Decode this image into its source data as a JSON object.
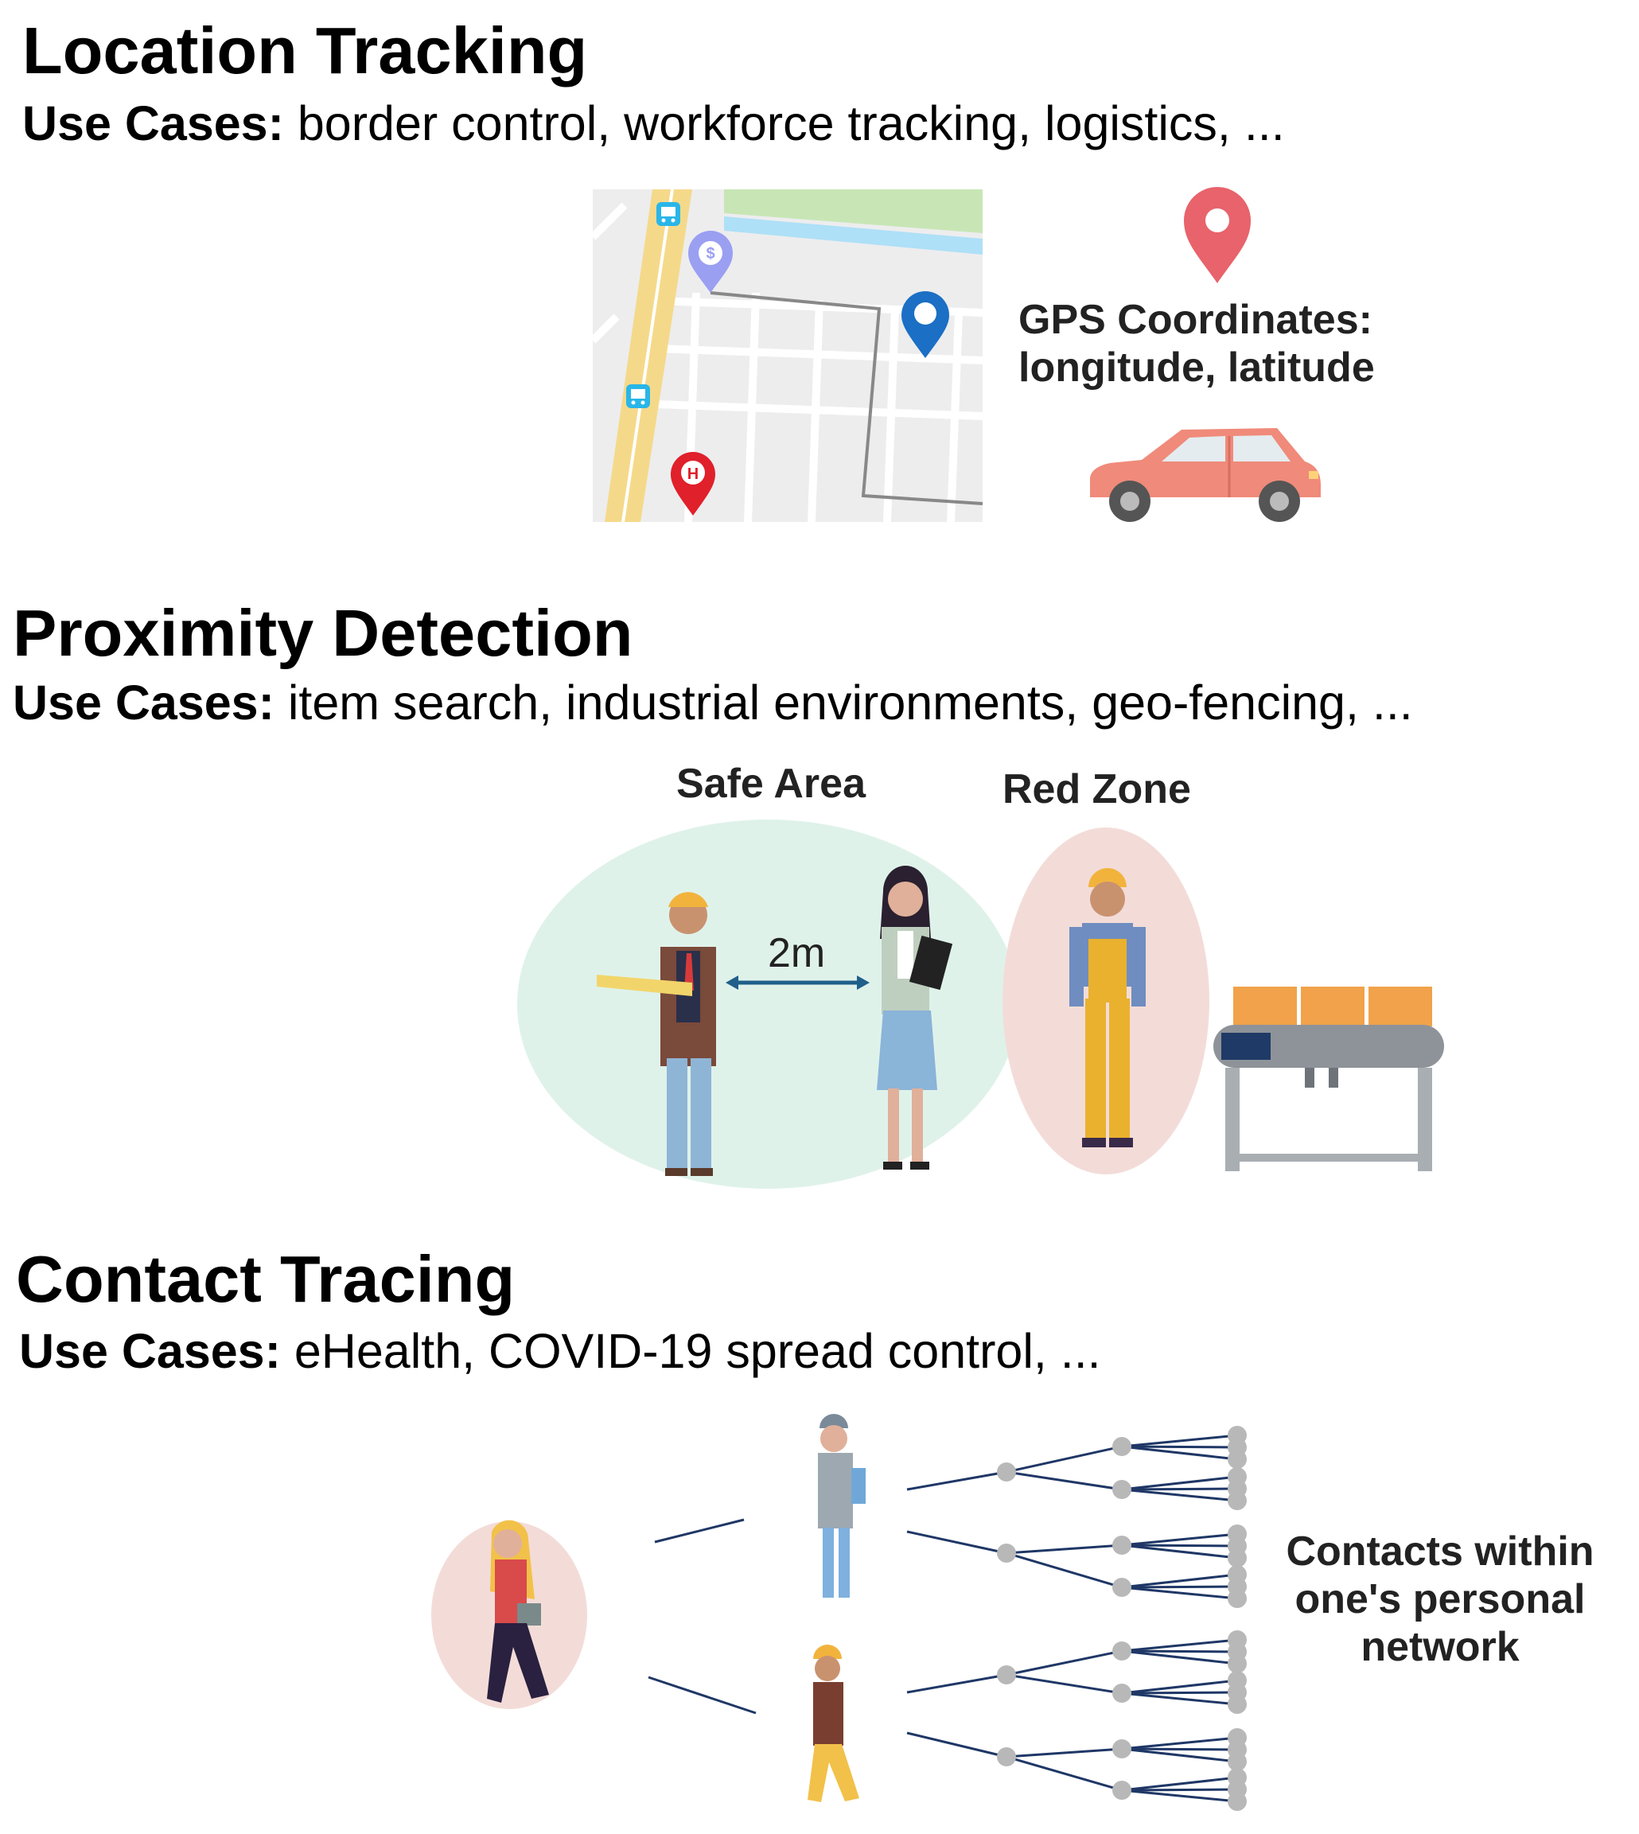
{
  "sections": [
    {
      "title": "Location Tracking",
      "use_cases_label": "Use Cases:",
      "use_cases_text": "border control, workforce tracking, logistics, ..."
    },
    {
      "title": "Proximity Detection",
      "use_cases_label": "Use Cases:",
      "use_cases_text": "item search, industrial environments, geo-fencing, ..."
    },
    {
      "title": "Contact Tracing",
      "use_cases_label": "Use Cases:",
      "use_cases_text": "eHealth, COVID-19 spread control, ..."
    }
  ],
  "location": {
    "gps_line1": "GPS Coordinates:",
    "gps_line2": "longitude, latitude",
    "map_icons": [
      "bus-stop-icon",
      "money-pin-icon",
      "location-pin-icon",
      "hospital-pin-icon"
    ],
    "colors": {
      "road": "#f5d98a",
      "park": "#c8e6b5",
      "river": "#aee0f7",
      "pin_red": "#e8636b",
      "car": "#f08a7a"
    }
  },
  "proximity": {
    "safe_area_label": "Safe Area",
    "red_zone_label": "Red Zone",
    "distance_label": "2m",
    "colors": {
      "safe_area": "#dff2ea",
      "red_zone": "#f3dcd8"
    }
  },
  "contact": {
    "network_label_line1": "Contacts within",
    "network_label_line2": "one's personal",
    "network_label_line3": "network",
    "colors": {
      "edge": "#1f3766",
      "node": "#b8b8b8"
    }
  }
}
